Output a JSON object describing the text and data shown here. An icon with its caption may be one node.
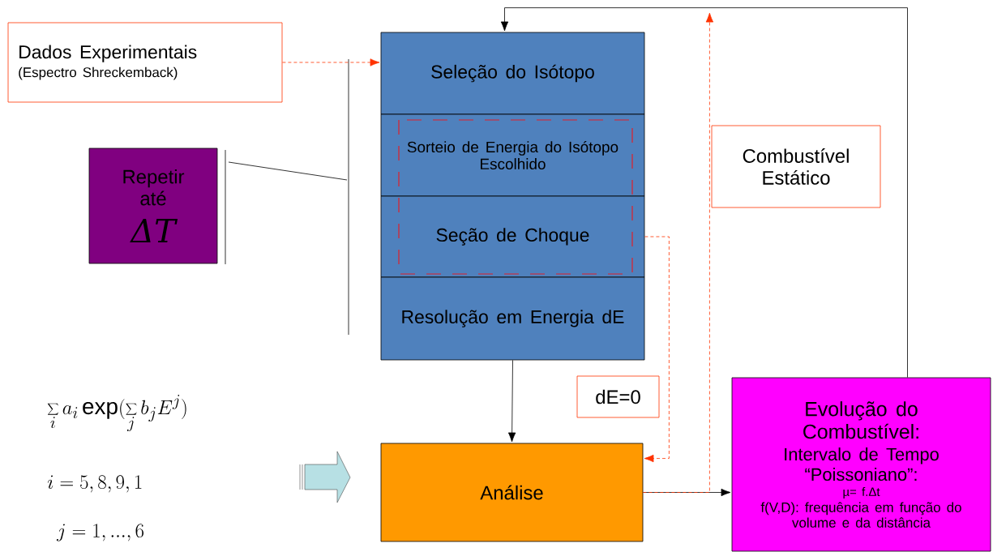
{
  "diagram": {
    "nodes": [
      {
        "text": [
          "Dados Experimentais",
          "(Espectro Shreckemback)"
        ]
      },
      {
        "text": [
          "Seleção do Isótopo"
        ]
      },
      {
        "text": [
          "Sorteio de Energia do Isótopo Escolhido"
        ]
      },
      {
        "text": [
          "Seção de Choque"
        ]
      },
      {
        "text": [
          "Resolução em Energia dE"
        ]
      },
      {
        "text": [
          "Repetir até",
          "ΔT"
        ]
      },
      {
        "text": [
          "Combustível Estático"
        ]
      },
      {
        "text": [
          "dE=0"
        ]
      },
      {
        "text": [
          "Análise"
        ]
      },
      {
        "text": [
          "Evolução do Combustível:",
          "Intervalo de Tempo “Poissoniano”:",
          "µ= f.Δt",
          "f(V,D): frequência em função do volume e da distância"
        ]
      }
    ],
    "edges": [
      {
        "from": 0,
        "to": 1,
        "arrow": "to",
        "style": "dashed",
        "color": "#ff3300"
      },
      {
        "from": 4,
        "to": 8,
        "arrow": "to",
        "color": "#000000"
      },
      {
        "from": 3,
        "to": 8,
        "arrow": "to",
        "style": "dashed",
        "color": "#ff3300"
      },
      {
        "from": 8,
        "to": 9,
        "arrow": "to",
        "color": "#000000"
      },
      {
        "from": 9,
        "to": 1,
        "arrow": "to",
        "color": "#000000"
      },
      {
        "from": 8,
        "to": null,
        "arrow": "to",
        "style": "dashed",
        "color": "#ff3300"
      }
    ],
    "labels": [
      "\\sum_i a_i \\exp(\\sum_j b_j E^j)",
      "i = 5,8,9,1",
      "j = 1,...,6"
    ]
  }
}
